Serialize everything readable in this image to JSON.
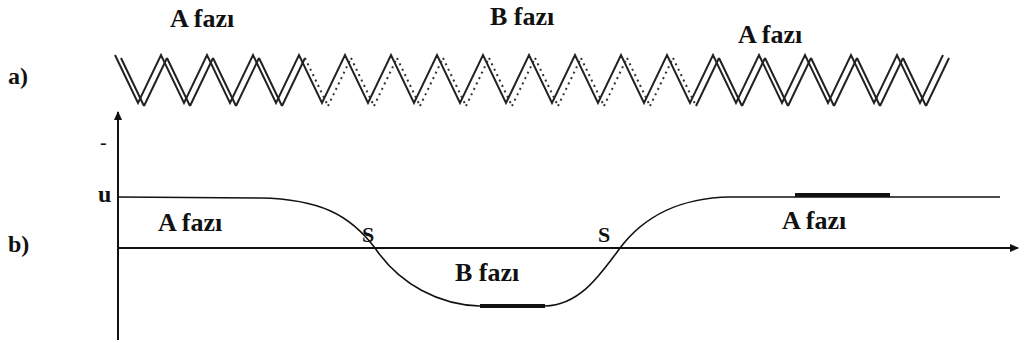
{
  "diagram": {
    "labels": [
      "A fazı",
      "B fazı",
      "A fazı",
      "a)",
      "b)",
      "-",
      "u",
      "A fazı",
      "S",
      "B fazı",
      "S",
      "A fazı"
    ]
  }
}
